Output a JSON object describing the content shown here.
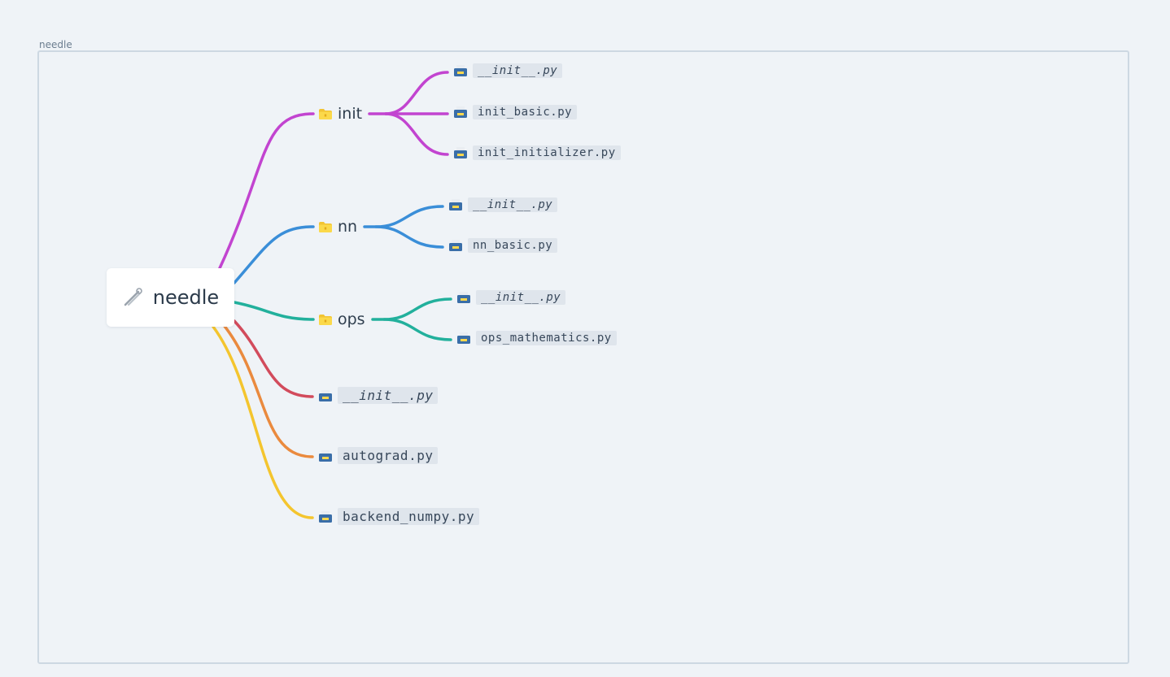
{
  "frame": {
    "title": "needle"
  },
  "root": {
    "label": "needle",
    "icon": "needle-icon"
  },
  "folders": [
    {
      "label": "init",
      "color": "#c244d0",
      "files": [
        "__init__.py",
        "init_basic.py",
        "init_initializer.py"
      ]
    },
    {
      "label": "nn",
      "color": "#3a8ed8",
      "files": [
        "__init__.py",
        "nn_basic.py"
      ]
    },
    {
      "label": "ops",
      "color": "#22b09c",
      "files": [
        "__init__.py",
        "ops_mathematics.py"
      ]
    }
  ],
  "root_files": [
    {
      "label": "__init__.py",
      "color": "#d24b5c"
    },
    {
      "label": "autograd.py",
      "color": "#ea8a3e"
    },
    {
      "label": "backend_numpy.py",
      "color": "#f4c52e"
    }
  ],
  "icons": {
    "folder": "folder-icon",
    "file": "python-file-icon"
  }
}
